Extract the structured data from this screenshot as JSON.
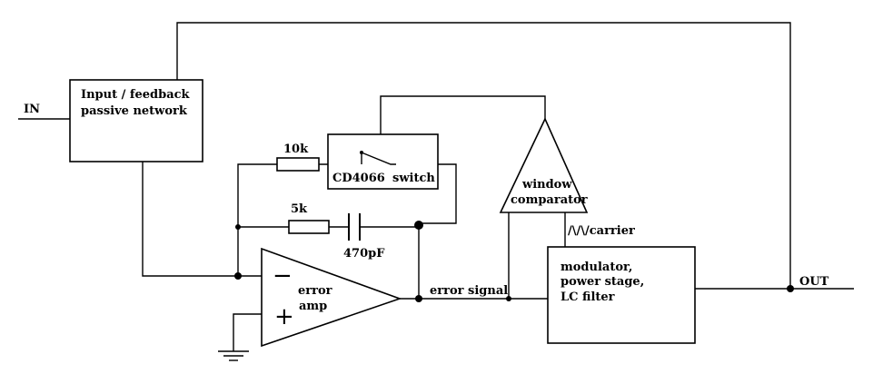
{
  "diagram": {
    "in_label": "IN",
    "out_label": "OUT",
    "input_block": {
      "line1": "Input / feedback",
      "line2": "passive network"
    },
    "resistor_10k": "10k",
    "resistor_5k": "5k",
    "capacitor": "470pF",
    "switch_block": {
      "chip": "CD4066",
      "word": "switch"
    },
    "comparator": {
      "line1": "window",
      "line2": "comparator"
    },
    "carrier_label": "/\\/\\/carrier",
    "error_amp": {
      "line1": "error",
      "line2": "amp",
      "minus": "−",
      "plus": "+"
    },
    "error_signal": "error signal",
    "modulator": {
      "line1": "modulator,",
      "line2": "power stage,",
      "line3": "LC filter"
    }
  }
}
